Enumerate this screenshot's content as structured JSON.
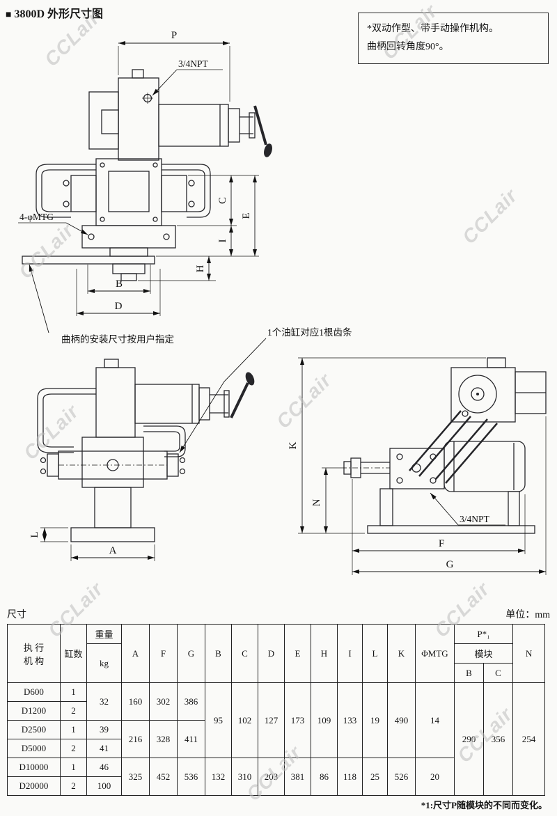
{
  "page": {
    "title_bullet": "■",
    "title": "3800D 外形尺寸图",
    "size_label": "尺寸",
    "unit_label": "单位：mm",
    "watermark": "CCLair",
    "footnote": "*1:尺寸P随模块的不同而变化。"
  },
  "note": {
    "line1": "*双动作型、带手动操作机构。",
    "line2": "曲柄回转角度90°。"
  },
  "drawing": {
    "dim_p": "P",
    "npt_front": "3/4NPT",
    "npt_side": "3/4NPT",
    "mtg_label": "4-φMTG",
    "dim_c": "C",
    "dim_e": "E",
    "dim_i": "I",
    "dim_h": "H",
    "dim_b": "B",
    "dim_d": "D",
    "dim_a": "A",
    "dim_l": "L",
    "dim_k": "K",
    "dim_n": "N",
    "dim_f": "F",
    "dim_g": "G",
    "crank_note": "曲柄的安装尺寸按用户指定",
    "rack_note": "1个油缸对应1根齿条"
  },
  "table": {
    "headers": {
      "actuator1": "执 行",
      "actuator2": "机 构",
      "cylinders": "缸数",
      "weight": "重量",
      "weight_unit": "kg",
      "a": "A",
      "f": "F",
      "g": "G",
      "b": "B",
      "c": "C",
      "d": "D",
      "e": "E",
      "h": "H",
      "i": "I",
      "l": "L",
      "k": "K",
      "mtg": "ΦMTG",
      "p": "P*₁",
      "module": "模块",
      "pb": "B",
      "pc": "C",
      "n": "N"
    },
    "rows": [
      {
        "model": "D600",
        "cyl": "1"
      },
      {
        "model": "D1200",
        "cyl": "2"
      },
      {
        "model": "D2500",
        "cyl": "1"
      },
      {
        "model": "D5000",
        "cyl": "2"
      },
      {
        "model": "D10000",
        "cyl": "1"
      },
      {
        "model": "D20000",
        "cyl": "2"
      }
    ],
    "weights": {
      "g12": "32",
      "r3": "39",
      "r4": "41",
      "r5": "46",
      "r6": "100"
    },
    "afg": [
      {
        "a": "160",
        "f": "302",
        "g": "386"
      },
      {
        "a": "216",
        "f": "328",
        "g": "411"
      },
      {
        "a": "325",
        "f": "452",
        "g": "536"
      }
    ],
    "dims": [
      {
        "b": "95",
        "c": "102",
        "d": "127",
        "e": "173",
        "h": "109",
        "i": "133",
        "l": "19",
        "k": "490",
        "mtg": "14"
      },
      {
        "b": "132",
        "c": "310",
        "d": "203",
        "e": "381",
        "h": "86",
        "i": "118",
        "l": "25",
        "k": "526",
        "mtg": "20"
      }
    ],
    "p_values": {
      "b": "290",
      "c": "356"
    },
    "n_value": "254"
  }
}
